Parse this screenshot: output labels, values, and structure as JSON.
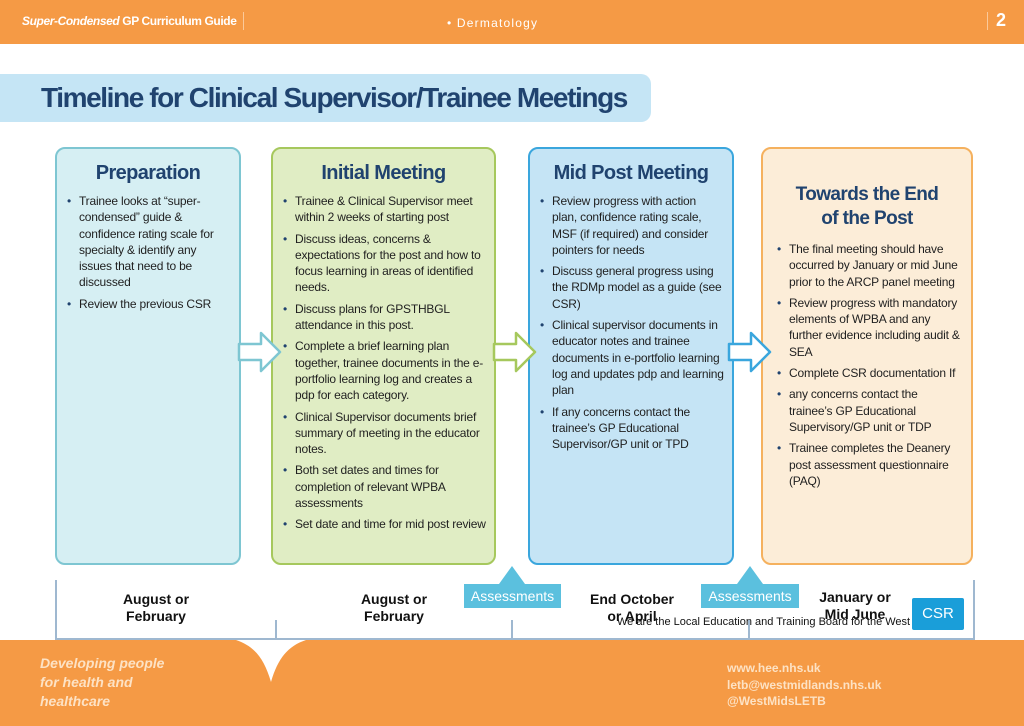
{
  "header": {
    "guide_italic": "Super-Condensed",
    "guide_rest": " GP Curriculum Guide",
    "section": "• Dermatology",
    "page_number": "2"
  },
  "title": "Timeline for Clinical Supervisor/Trainee Meetings",
  "panels": [
    {
      "heading": "Preparation",
      "bullets": [
        "Trainee looks at “super-condensed” guide & confidence rating scale for specialty & identify any issues that need to be discussed",
        "Review the previous CSR"
      ]
    },
    {
      "heading": "Initial Meeting",
      "bullets": [
        "Trainee & Clinical Supervisor meet within 2 weeks of starting post",
        "Discuss ideas, concerns & expectations for the post and how to focus learning in areas of identified needs.",
        "Discuss plans for GPSTHBGL attendance in this post.",
        "Complete a brief learning plan together, trainee documents in the e-portfolio learning log and creates a pdp for each category.",
        "Clinical Supervisor documents brief summary of meeting in the educator notes.",
        "Both set dates and times for completion of relevant WPBA assessments",
        "Set date and time for mid post review"
      ]
    },
    {
      "heading": "Mid Post Meeting",
      "bullets": [
        "Review progress with action plan, confidence rating scale, MSF (if required) and consider pointers for needs",
        "Discuss general progress using the RDMp model as a guide (see CSR)",
        "Clinical supervisor documents in educator notes and trainee documents in e-portfolio learning log and updates pdp and learning plan",
        "If any concerns contact the trainee’s GP Educational Supervisor/GP unit or TPD"
      ]
    },
    {
      "heading_line1": "Towards the End",
      "heading_line2": "of the Post",
      "bullets": [
        "The final meeting should have occurred by January or mid June prior to the ARCP panel meeting",
        "Review progress with mandatory elements of WPBA and any further evidence including audit & SEA",
        "Complete CSR documentation If",
        "any concerns contact the trainee’s GP Educational Supervisory/GP unit or TDP",
        "Trainee completes the Deanery post assessment questionnaire (PAQ)"
      ]
    }
  ],
  "timeline": {
    "dates": [
      {
        "line1": "August or",
        "line2": "February"
      },
      {
        "line1": "August or",
        "line2": "February"
      },
      {
        "line1": "End October",
        "line2": "or April"
      },
      {
        "line1": "January or",
        "line2": "Mid June"
      }
    ],
    "badges": [
      "Assessments",
      "Assessments"
    ],
    "csr": "CSR",
    "lete_text": "We are the Local Education and Training Board for the West Midlands"
  },
  "footer": {
    "tagline": [
      "Developing people",
      "for health and",
      "healthcare"
    ],
    "contact": [
      "www.hee.nhs.uk",
      "letb@westmidlands.nhs.uk",
      "@WestMidsLETB"
    ]
  },
  "colors": {
    "orange": "#f59a45",
    "navy": "#20436f",
    "light_blue": "#c5e5f5",
    "badge_blue": "#5bc0de",
    "csr_blue": "#1a9ed9"
  }
}
